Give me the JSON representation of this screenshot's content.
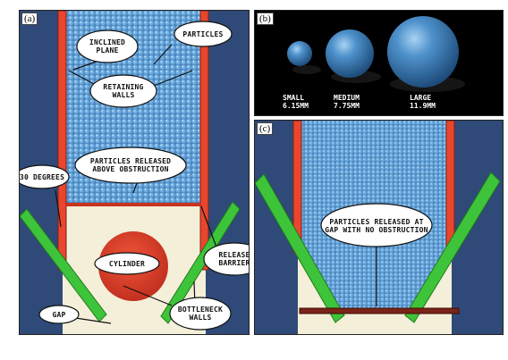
{
  "panels": {
    "a": {
      "label": "(a)",
      "callouts": {
        "inclined_plane_1": "INCLINED",
        "inclined_plane_2": "PLANE",
        "particles": "PARTICLES",
        "retaining_walls_1": "RETAINING",
        "retaining_walls_2": "WALLS",
        "released_above_1": "PARTICLES RELEASED",
        "released_above_2": "ABOVE OBSTRUCTION",
        "thirty_degrees": "30 DEGREES",
        "cylinder": "CYLINDER",
        "release_barrier_1": "RELEASE",
        "release_barrier_2": "BARRIER",
        "gap": "GAP",
        "bottleneck_walls_1": "BOTTLENECK",
        "bottleneck_walls_2": "WALLS"
      }
    },
    "b": {
      "label": "(b)",
      "spheres": [
        {
          "name_label": "SMALL",
          "size_label": "6.15MM"
        },
        {
          "name_label": "MEDIUM",
          "size_label": "7.75MM"
        },
        {
          "name_label": "LARGE",
          "size_label": "11.9MM"
        }
      ]
    },
    "c": {
      "label": "(c)",
      "callouts": {
        "released_gap_1": "PARTICLES RELEASED AT",
        "released_gap_2": "GAP WITH NO OBSTRUCTION"
      }
    }
  },
  "colors": {
    "background_blue": "#2f4a78",
    "wall_red": "#e8462e",
    "bottleneck_green": "#3ec43a",
    "particle_blue": "#5b9fd6",
    "plane_cream": "#f4efd9",
    "cylinder_red": "#e8402a"
  }
}
